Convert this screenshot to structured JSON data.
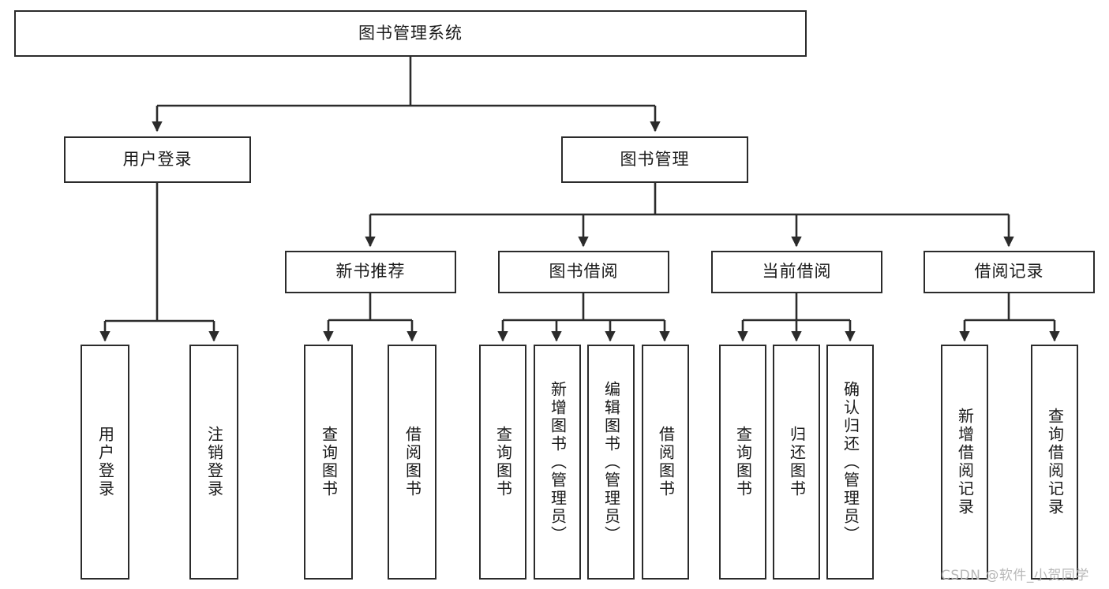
{
  "diagram": {
    "type": "tree-hierarchy-chart",
    "title": "图书管理系统",
    "stroke_color": "#2b2b2b",
    "background_color": "#ffffff",
    "text_color": "#1a1a1a",
    "nodes": {
      "root": {
        "label": "图书管理系统"
      },
      "level1": [
        {
          "id": "user-login",
          "label": "用户登录"
        },
        {
          "id": "book-management",
          "label": "图书管理"
        }
      ],
      "level2": [
        {
          "id": "new-book-recommend",
          "label": "新书推荐"
        },
        {
          "id": "book-borrow",
          "label": "图书借阅"
        },
        {
          "id": "current-borrow",
          "label": "当前借阅"
        },
        {
          "id": "borrow-record",
          "label": "借阅记录"
        }
      ],
      "leaves": {
        "user_login": [
          {
            "id": "leaf-user-login",
            "label": "用户登录"
          },
          {
            "id": "leaf-user-logout",
            "label": "注销登录"
          }
        ],
        "new_book_recommend": [
          {
            "id": "leaf-query-book-1",
            "label": "查询图书"
          },
          {
            "id": "leaf-borrow-book-1",
            "label": "借阅图书"
          }
        ],
        "book_borrow": [
          {
            "id": "leaf-query-book-2",
            "label": "查询图书"
          },
          {
            "id": "leaf-add-book",
            "label": "新增图书（管理员）"
          },
          {
            "id": "leaf-edit-book",
            "label": "编辑图书（管理员）"
          },
          {
            "id": "leaf-borrow-book-2",
            "label": "借阅图书"
          }
        ],
        "current_borrow": [
          {
            "id": "leaf-query-book-3",
            "label": "查询图书"
          },
          {
            "id": "leaf-return-book",
            "label": "归还图书"
          },
          {
            "id": "leaf-confirm-return",
            "label": "确认归还（管理员）"
          }
        ],
        "borrow_record": [
          {
            "id": "leaf-add-record",
            "label": "新增借阅记录"
          },
          {
            "id": "leaf-query-record",
            "label": "查询借阅记录"
          }
        ]
      }
    }
  },
  "watermark": {
    "text": "CSDN @软件_小贺同学"
  }
}
